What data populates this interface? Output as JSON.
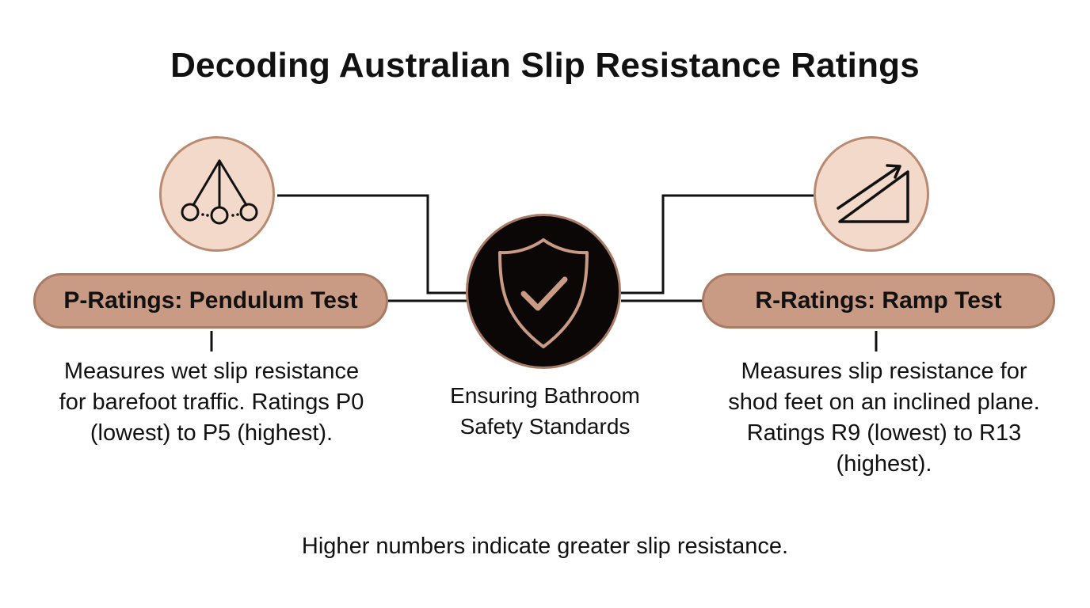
{
  "title": "Decoding Australian Slip Resistance Ratings",
  "left": {
    "icon": "pendulum-icon",
    "pill_label": "P-Ratings: Pendulum Test",
    "description": "Measures wet slip resistance for barefoot traffic. Ratings P0 (lowest) to P5 (highest)."
  },
  "right": {
    "icon": "ramp-icon",
    "pill_label": "R-Ratings: Ramp Test",
    "description": "Measures slip resistance for shod feet on an inclined plane.  Ratings R9 (lowest) to R13 (highest)."
  },
  "center": {
    "icon": "shield-check-icon",
    "label": "Ensuring Bathroom Safety Standards"
  },
  "footer": "Higher numbers indicate greater slip resistance.",
  "colors": {
    "circle_fill": "#f2d9c9",
    "circle_stroke": "#b98a72",
    "pill_fill": "#c99a84",
    "center_fill": "#0b0706",
    "icon_accent": "#c99a84"
  }
}
